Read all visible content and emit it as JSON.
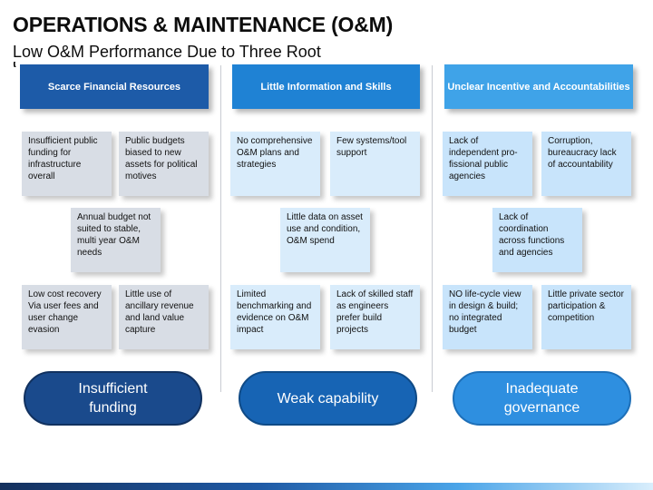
{
  "slide": {
    "title": "OPERATIONS & MAINTENANCE (O&M)",
    "subtitle": "Low O&M Performance Due to Three Root",
    "subtitle_cut": "C"
  },
  "headers": {
    "scarce": "Scarce Financial Resources",
    "info": "Little Information and Skills",
    "incentive": "Unclear Incentive and Accountabilities"
  },
  "cards": {
    "scarce": [
      "Insufficient public funding for infrastructure overall",
      "Public budgets biased to new assets for political motives",
      "Annual budget not suited to stable, multi year O&M needs",
      "Low cost recovery Via user fees and user change evasion",
      "Little use of ancillary revenue and land value capture"
    ],
    "info": [
      "No comprehensive O&M plans and strategies",
      "Few systems/tool support",
      "Little data on asset use and condition, O&M spend",
      "Limited benchmarking and evidence on O&M impact",
      "Lack of skilled staff as engineers prefer build projects"
    ],
    "incentive": [
      "Lack of independent pro-fissional public agencies",
      "Corruption, bureaucracy lack of accountability",
      "Lack of coordination across functions and agencies",
      "NO life-cycle view in design & build; no integrated budget",
      "Little private sector participation & competition"
    ]
  },
  "outcomes": {
    "funding": "Insufficient\nfunding",
    "capability": "Weak capability",
    "governance": "Inadequate\ngovernance"
  },
  "colors": {
    "header_scarce": "#1d5ba8",
    "header_info": "#1f82d4",
    "header_incentive": "#3fa3e8",
    "pill_funding": "#1a4a8c",
    "pill_capability": "#1764b4",
    "pill_governance": "#2e8fe0"
  }
}
